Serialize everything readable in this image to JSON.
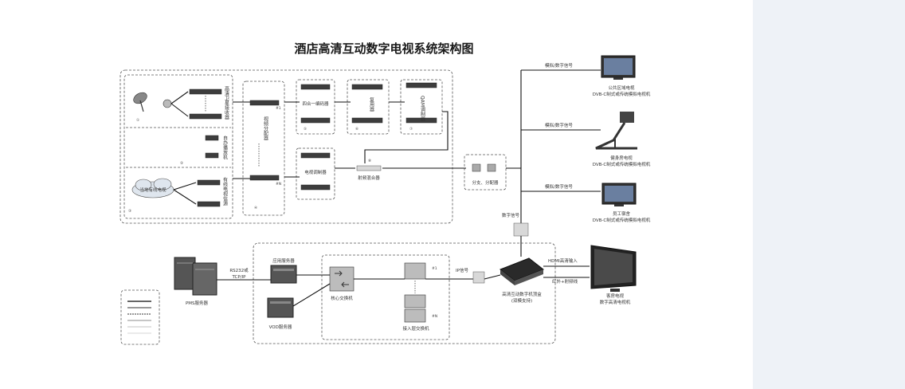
{
  "title": "酒店高清互动数字电视系统架构图",
  "labels": {
    "hd_sat_receiver": "高清卫星接收器",
    "local_player": "自办播放机",
    "cable_tv": "有线电视信源",
    "video_distributor": "视频分配器",
    "four_in_one_encoder": "四合一编码器",
    "ip_multiplexer": "复用器",
    "qam_modulator": "QAM调制器",
    "cable_modulator": "电视调制器",
    "rf_mixer": "射频混合器",
    "splitter": "分支、分配器",
    "signal_a": "模拟/数字信号",
    "signal_b": "模拟/数字信号",
    "signal_c": "模拟/数字信号",
    "digital_signal": "数字信号",
    "tv_public": "公共区域电视",
    "tv_public_desc": "DVB-C制式或传统模拟电视机",
    "tv_gym": "健身房电视",
    "tv_gym_desc": "DVB-C制式或传统模拟电视机",
    "tv_staff": "员工宿舍",
    "tv_staff_desc": "DVB-C制式或传统模拟电视机",
    "cloud": "当地有线电视",
    "pms_server": "PMS服务器",
    "rs232": "RS232或",
    "tcpip": "TCP/IP",
    "app_server": "应用服务器",
    "vod_server": "VOD服务器",
    "core_switch": "核心交换机",
    "access_switch": "接入层交换机",
    "ip_signal": "IP信号",
    "stb": "高清互动数字机顶盒",
    "stb_desc": "(双模支持)",
    "hdmi_in": "HDMI高清输入",
    "ir_rf": "红外+射频线",
    "tv_room": "客房电视",
    "tv_room_desc": "数字高清电视机"
  },
  "step_numbers": [
    "①",
    "②",
    "③",
    "④",
    "⑤",
    "⑥",
    "⑦",
    "⑧",
    "⑨"
  ],
  "port_labels": {
    "p1": "#1",
    "pN": "#N"
  }
}
